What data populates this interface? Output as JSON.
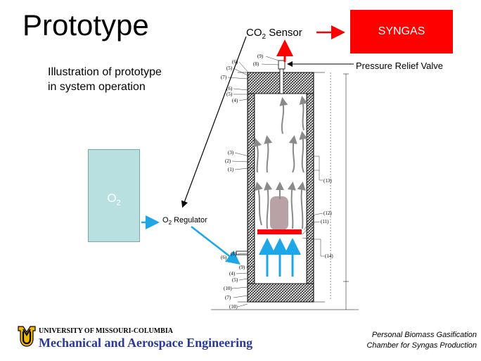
{
  "slide": {
    "title": "Prototype",
    "subtitle_line1": "Illustration of prototype",
    "subtitle_line2": "in system operation"
  },
  "labels": {
    "syngas": "SYNGAS",
    "co2_sensor_prefix": "CO",
    "co2_sensor_sub": "2",
    "co2_sensor_suffix": " Sensor",
    "o2_prefix": "O",
    "o2_sub": "2",
    "regulator_prefix": "O",
    "regulator_sub": "2",
    "regulator_suffix": " Regulator",
    "pressure_relief_valve": "Pressure Relief Valve"
  },
  "part_numbers": {
    "left_top": [
      "(9)",
      "(8)",
      "(6)",
      "(5)",
      "(7)",
      "(6)",
      "(5)",
      "(4)"
    ],
    "left_mid": [
      "(3)",
      "(2)",
      "(1)"
    ],
    "left_bottom": [
      "(8)",
      "(6)",
      "(9)",
      "(4)",
      "(5)",
      "(10)",
      "(7)",
      "(10)"
    ],
    "right": [
      "(13)",
      "(12)",
      "(11)",
      "(14)"
    ]
  },
  "footer": {
    "university": "UNIVERSITY OF MISSOURI-COLUMBIA",
    "department": "Mechanical and Aerospace Engineering",
    "project_line1": "Personal Biomass Gasification",
    "project_line2": "Chamber for Syngas Production"
  },
  "colors": {
    "syngas": "#ff0000",
    "o2_tank": "#b9e0e0",
    "flow_arrow": "#1ea7e6",
    "gas_arrow": "#8a8a8a",
    "biomass": "#b8a2a6",
    "grate": "#ff0000",
    "department_text": "#2a3a9a",
    "logo_gold": "#f2b705"
  }
}
